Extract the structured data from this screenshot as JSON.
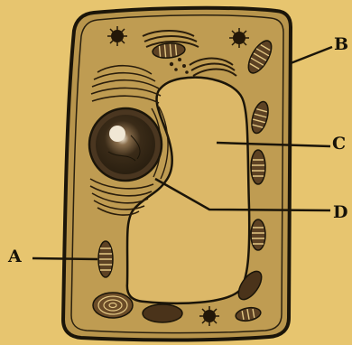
{
  "labels": {
    "a": "A",
    "b": "B",
    "c": "C",
    "d": "D"
  },
  "colors": {
    "background": "#e7c56f",
    "cytoplasm": "#bf9c52",
    "vacuole": "#dcb868",
    "outline": "#1b1509",
    "organelle_fill": "#7d5a30"
  }
}
